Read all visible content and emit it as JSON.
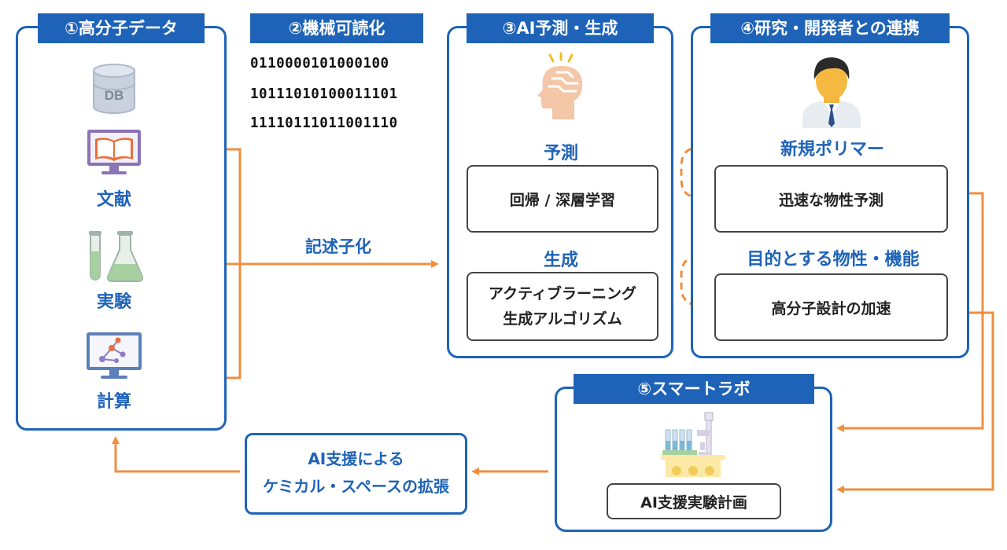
{
  "panel1": {
    "header": "①高分子データ",
    "db_label": "DB",
    "items": [
      "文献",
      "実験",
      "計算"
    ]
  },
  "panel2": {
    "header": "②機械可読化",
    "binary": [
      "0110000101000100",
      "10111010100011101",
      "11110111011001110"
    ],
    "arrow_label": "記述子化"
  },
  "panel3": {
    "header": "③AI予測・生成",
    "predict_label": "予測",
    "predict_box": "回帰 / 深層学習",
    "generate_label": "生成",
    "generate_box_line1": "アクティブラーニング",
    "generate_box_line2": "生成アルゴリズム"
  },
  "panel4": {
    "header": "④研究・開発者との連携",
    "new_polymer_label": "新規ポリマー",
    "box1": "迅速な物性予測",
    "target_label": "目的とする物性・機能",
    "box2": "高分子設計の加速"
  },
  "panel5": {
    "header": "⑤スマートラボ",
    "box": "AI支援実験計画"
  },
  "expansion": {
    "line1": "AI支援による",
    "line2": "ケミカル・スペースの拡張"
  },
  "colors": {
    "blue": "#1e63b8",
    "orange": "#ef8f40"
  }
}
